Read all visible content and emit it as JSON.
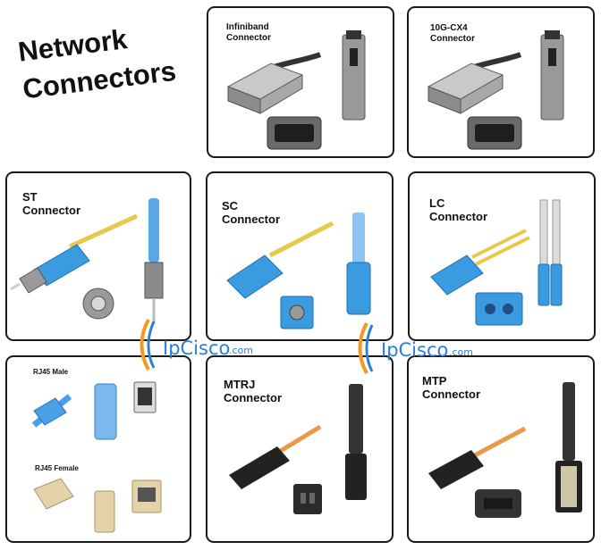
{
  "title": {
    "line1": "Network",
    "line2": "Connectors"
  },
  "panels": {
    "infiniband": {
      "line1": "Infiniband",
      "line2": "Connector"
    },
    "cx4": {
      "line1": "10G-CX4",
      "line2": "Connector"
    },
    "st": {
      "line1": "ST",
      "line2": "Connector"
    },
    "sc": {
      "line1": "SC",
      "line2": "Connector"
    },
    "lc": {
      "line1": "LC",
      "line2": "Connector"
    },
    "rj45": {
      "male": "RJ45 Male",
      "female": "RJ45 Female"
    },
    "mtrj": {
      "line1": "MTRJ",
      "line2": "Connector"
    },
    "mtp": {
      "line1": "MTP",
      "line2": "Connector"
    }
  },
  "watermark": {
    "brand": "IpCisco",
    "suffix": ".com"
  },
  "colors": {
    "fiber_yellow": "#e8c84a",
    "fiber_orange": "#e89a4a",
    "connector_blue": "#3b9be0",
    "connector_gray": "#9a9a9a",
    "connector_black": "#222222",
    "rj45_blue": "#4aa0e8",
    "rj45_beige": "#e4d3a8",
    "brand_blue": "#2a7fd4",
    "brand_orange": "#f29a1f"
  }
}
